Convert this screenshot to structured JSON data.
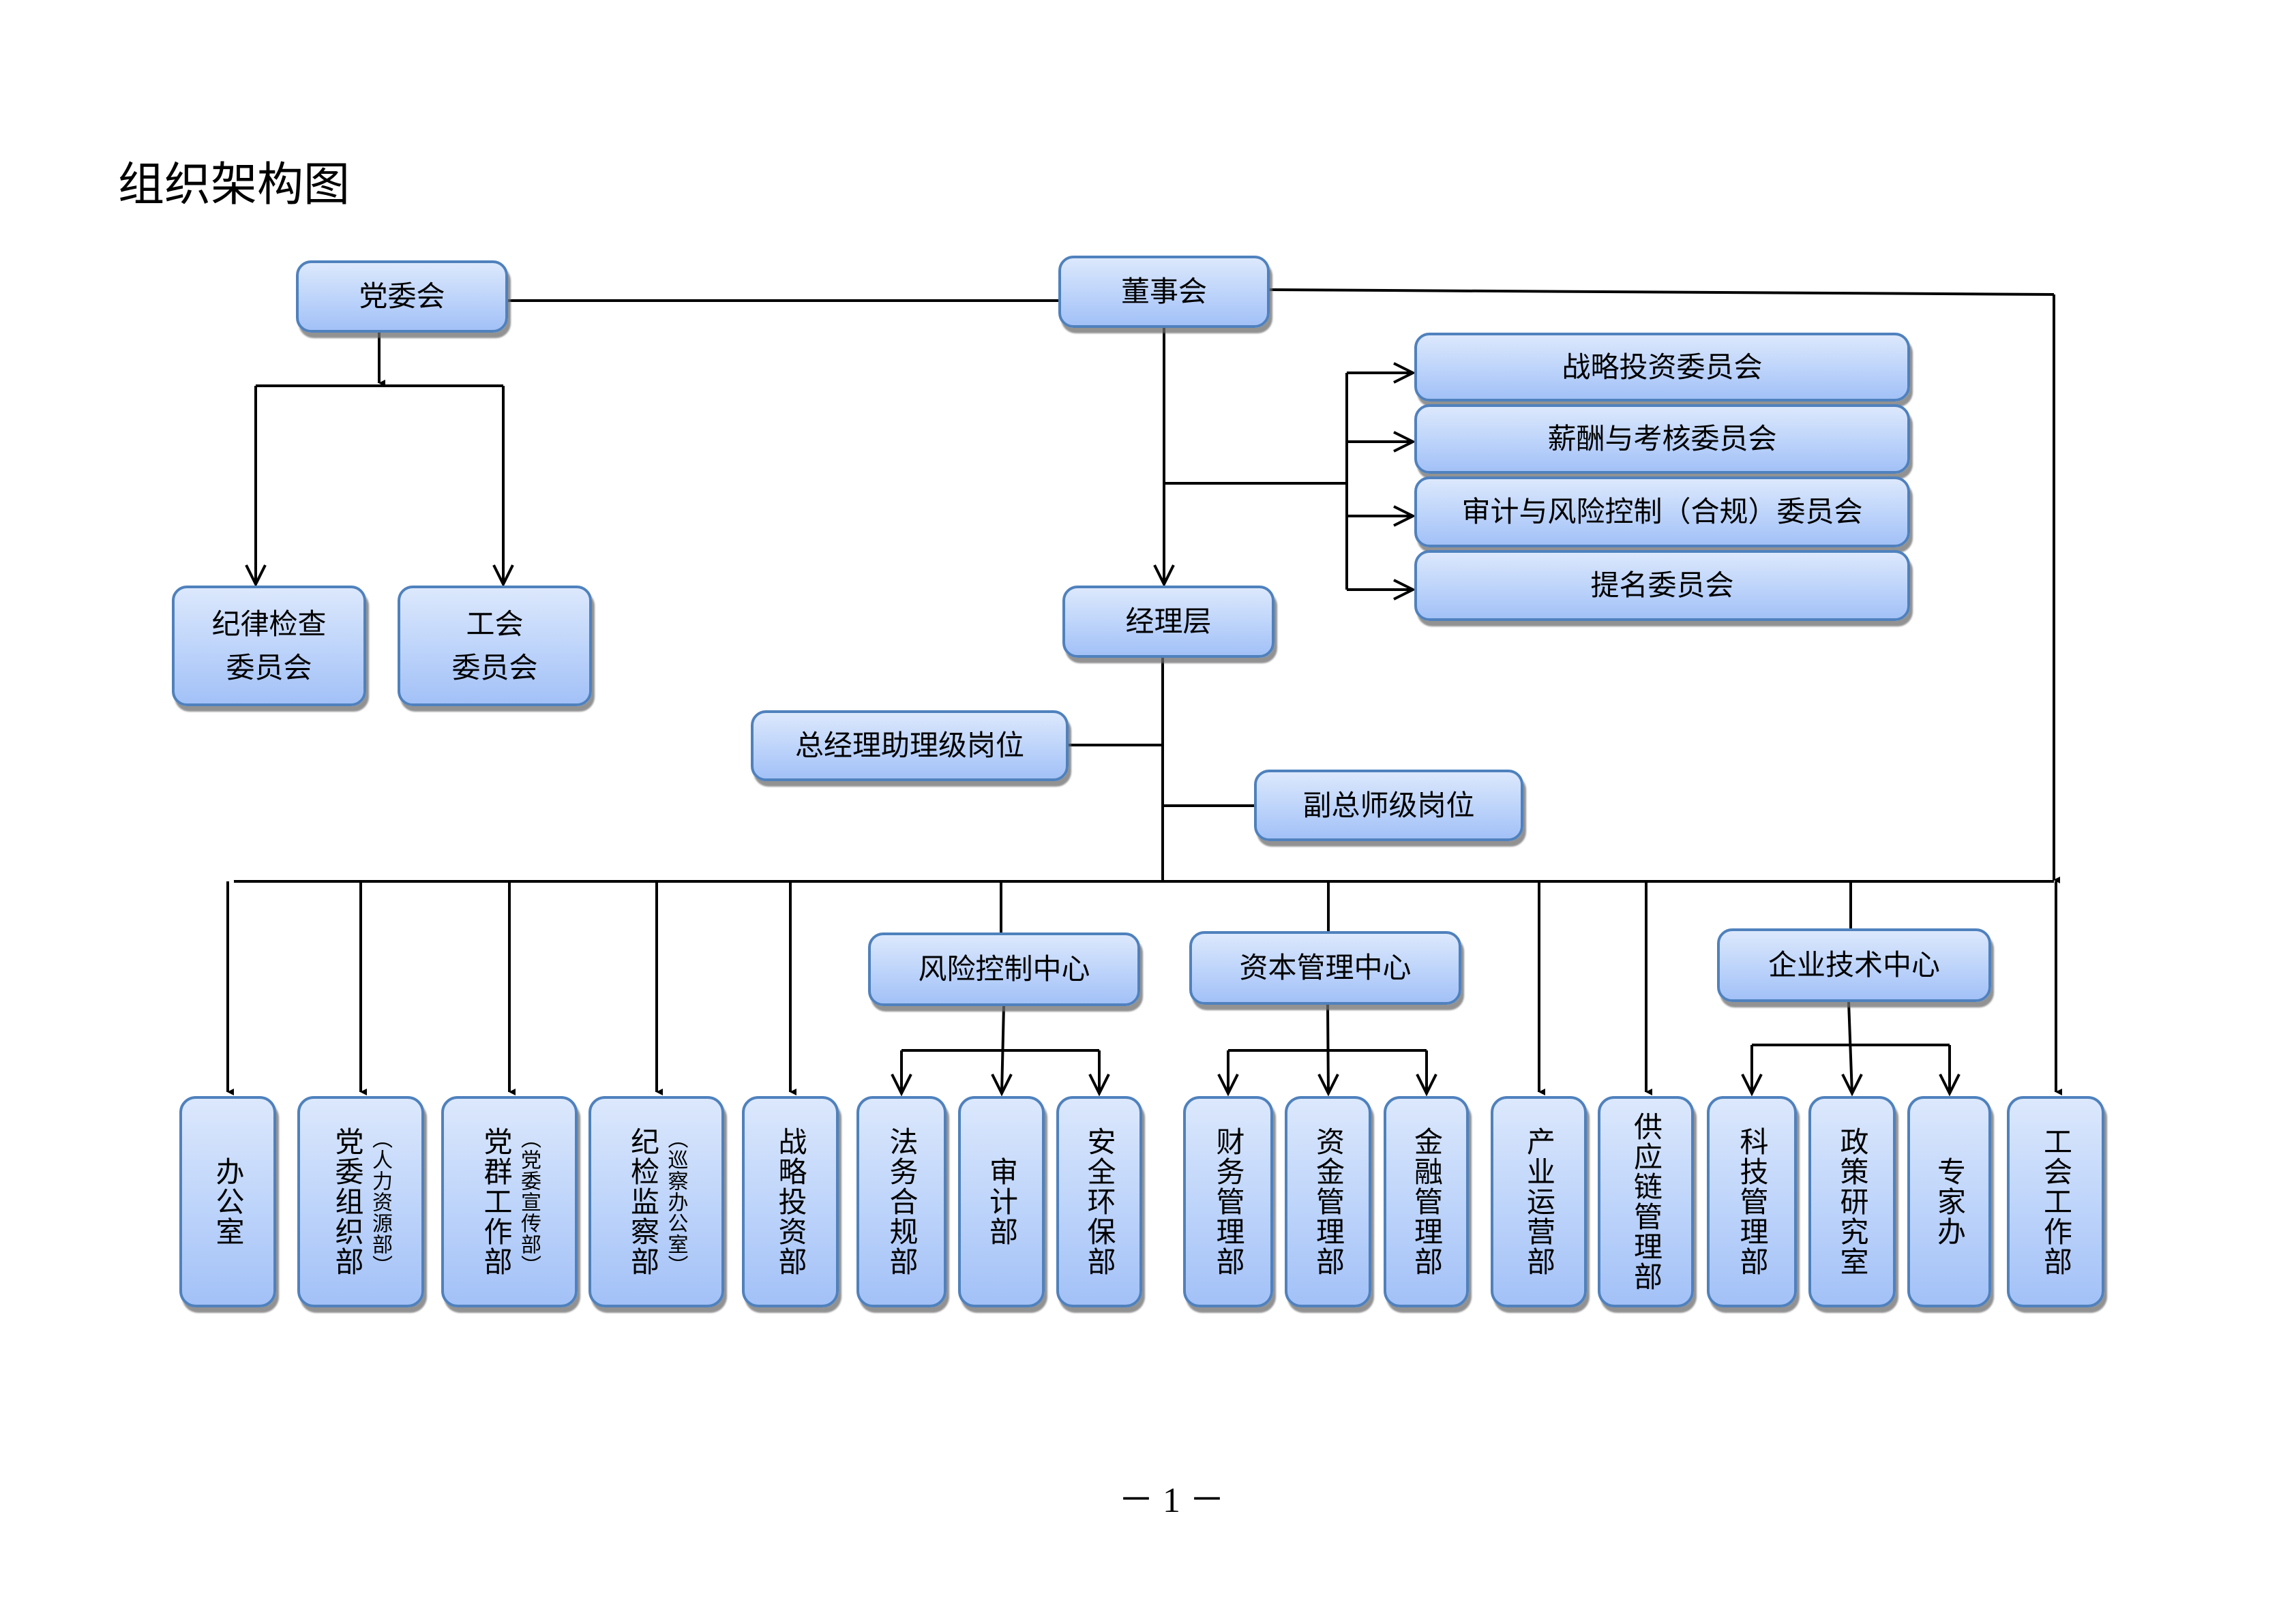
{
  "title": "组织架构图",
  "page_number": "－ 1 －",
  "top": {
    "party_committee": "党委会",
    "board": "董事会",
    "management": "经理层"
  },
  "party_children": {
    "discipline": [
      "纪律检查",
      "委员会"
    ],
    "union": [
      "工会",
      "委员会"
    ]
  },
  "board_committees": [
    "战略投资委员会",
    "薪酬与考核委员会",
    "审计与风险控制（合规）委员会",
    "提名委员会"
  ],
  "management_posts": {
    "assistant_gm": "总经理助理级岗位",
    "deputy_chief": "副总师级岗位"
  },
  "centers": {
    "risk": "风险控制中心",
    "capital": "资本管理中心",
    "tech": "企业技术中心"
  },
  "departments": [
    {
      "name": "办公室",
      "sub": ""
    },
    {
      "name": "党委组织部",
      "sub": "（人力资源部）"
    },
    {
      "name": "党群工作部",
      "sub": "（党委宣传部）"
    },
    {
      "name": "纪检监察部",
      "sub": "（巡察办公室）"
    },
    {
      "name": "战略投资部",
      "sub": ""
    },
    {
      "name": "法务合规部",
      "sub": ""
    },
    {
      "name": "审计部",
      "sub": ""
    },
    {
      "name": "安全环保部",
      "sub": ""
    },
    {
      "name": "财务管理部",
      "sub": ""
    },
    {
      "name": "资金管理部",
      "sub": ""
    },
    {
      "name": "金融管理部",
      "sub": ""
    },
    {
      "name": "产业运营部",
      "sub": ""
    },
    {
      "name": "供应链管理部",
      "sub": ""
    },
    {
      "name": "科技管理部",
      "sub": ""
    },
    {
      "name": "政策研究室",
      "sub": ""
    },
    {
      "name": "专家办",
      "sub": ""
    },
    {
      "name": "工会工作部",
      "sub": ""
    }
  ]
}
